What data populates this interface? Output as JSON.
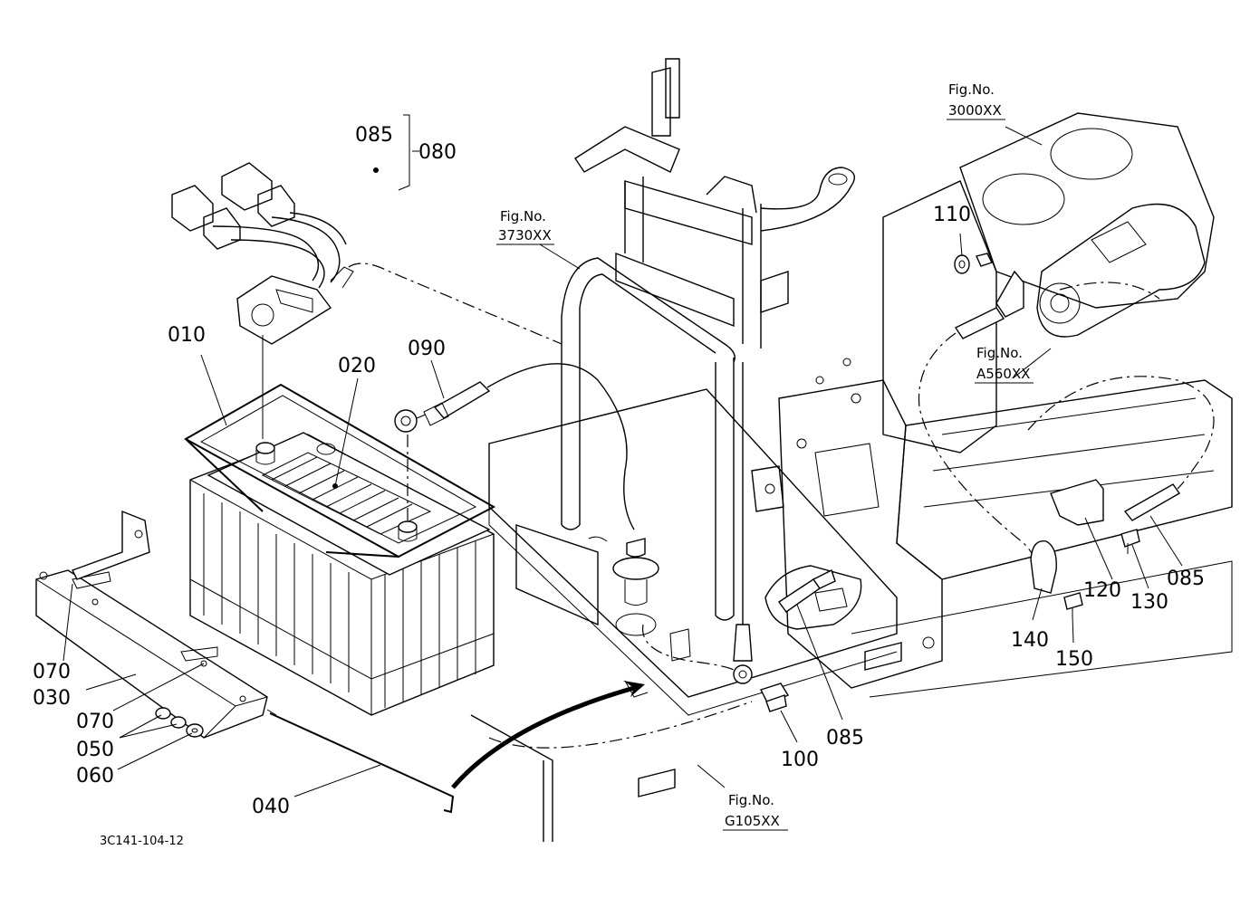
{
  "drawing_code": "3C141-104-12",
  "callouts": [
    {
      "id": "c-085-top",
      "text": "085"
    },
    {
      "id": "c-080",
      "text": "080"
    },
    {
      "id": "c-010",
      "text": "010"
    },
    {
      "id": "c-020",
      "text": "020"
    },
    {
      "id": "c-090",
      "text": "090"
    },
    {
      "id": "c-110",
      "text": "110"
    },
    {
      "id": "c-070-a",
      "text": "070"
    },
    {
      "id": "c-030",
      "text": "030"
    },
    {
      "id": "c-070-b",
      "text": "070"
    },
    {
      "id": "c-050",
      "text": "050"
    },
    {
      "id": "c-060",
      "text": "060"
    },
    {
      "id": "c-040",
      "text": "040"
    },
    {
      "id": "c-100",
      "text": "100"
    },
    {
      "id": "c-085-mid",
      "text": "085"
    },
    {
      "id": "c-140",
      "text": "140"
    },
    {
      "id": "c-150",
      "text": "150"
    },
    {
      "id": "c-120",
      "text": "120"
    },
    {
      "id": "c-130",
      "text": "130"
    },
    {
      "id": "c-085-right",
      "text": "085"
    }
  ],
  "figure_refs": [
    {
      "id": "fig-3730",
      "label": "Fig.No.",
      "number": "3730XX"
    },
    {
      "id": "fig-3000",
      "label": "Fig.No.",
      "number": "3000XX"
    },
    {
      "id": "fig-a560",
      "label": "Fig.No.",
      "number": "A560XX"
    },
    {
      "id": "fig-g105",
      "label": "Fig.No.",
      "number": "G105XX"
    }
  ]
}
